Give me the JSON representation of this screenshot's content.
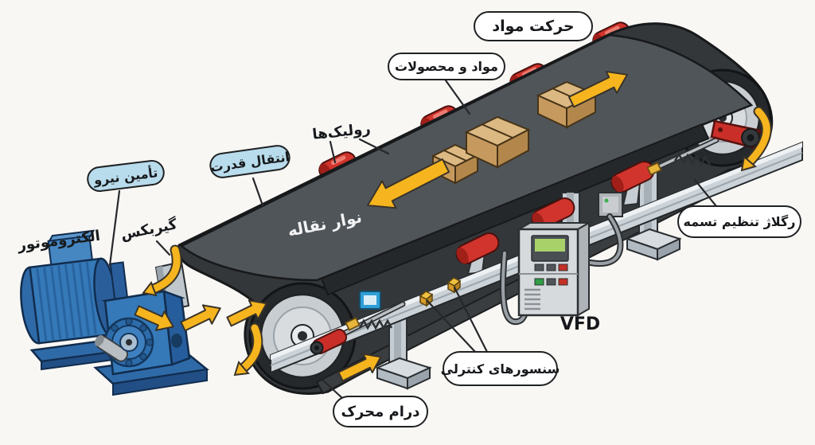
{
  "diagram": {
    "labels": {
      "material_movement": "حرکت مواد",
      "materials_and_products": "مواد و محصولات",
      "rollers": "رولیک‌ها",
      "power_transmission": "انتقال قدرت",
      "power_supply": "تأمین نیرو",
      "gearbox": "گیربکس",
      "electromotor": "الکتروموتور",
      "conveyor_belt": "نوار نقاله",
      "belt_tension_adjuster": "رگلاژ تنظیم تسمه",
      "vfd": "VFD",
      "control_sensors": "سنسورهای کنترلی",
      "drive_drum": "درام محرک"
    },
    "colors": {
      "background": "#f8f7f4",
      "belt_top": "#50555a",
      "belt_side": "#2e3235",
      "arrow_yellow": "#f6b51e",
      "roller_red": "#d0342c",
      "motor_blue": "#3579b8",
      "frame_gray": "#ccd3d8",
      "pill_blue": "#b9dcec",
      "pill_white": "#ffffff",
      "box_tan": "#cfa971",
      "outline": "#1c1e20"
    }
  }
}
